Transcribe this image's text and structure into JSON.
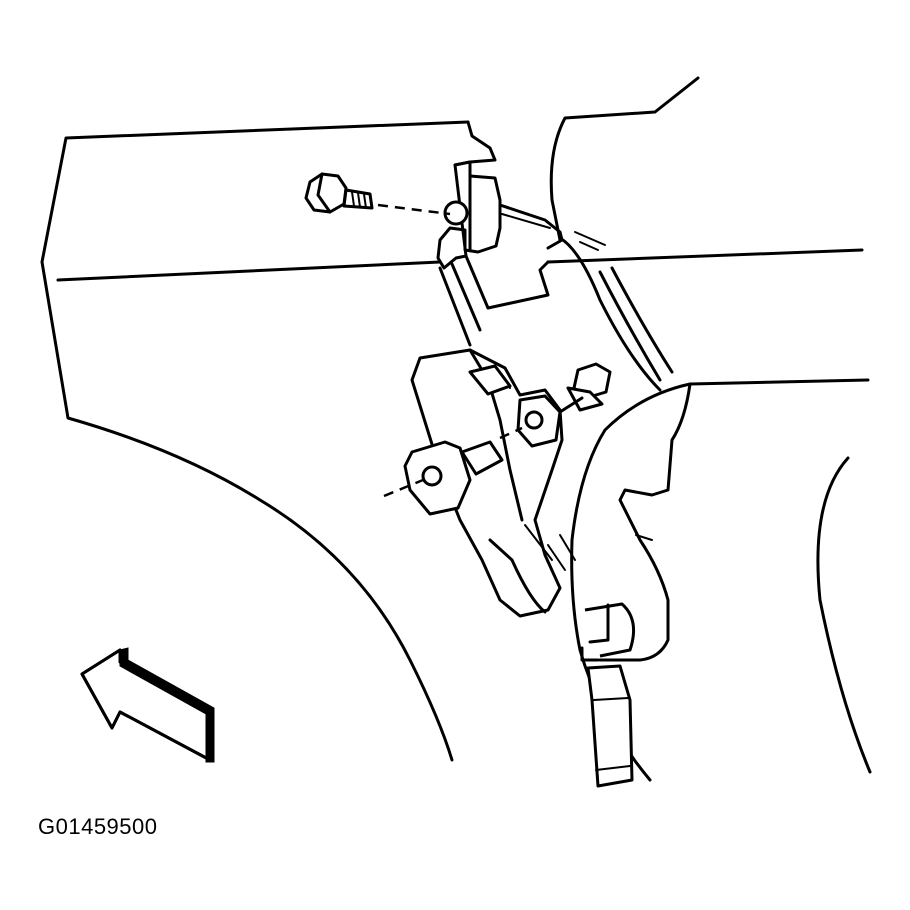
{
  "figure": {
    "code": "G01459500"
  },
  "colors": {
    "line": "#000000",
    "background": "#ffffff"
  },
  "parts": [
    {
      "name": "fender-panel"
    },
    {
      "name": "hood-latch-bracket"
    },
    {
      "name": "mounting-bolt"
    },
    {
      "name": "hinge-assembly"
    },
    {
      "name": "hinge-pivot-pin"
    },
    {
      "name": "wheel-arch-panel"
    },
    {
      "name": "wiring-connector"
    },
    {
      "name": "front-direction-arrow"
    }
  ]
}
